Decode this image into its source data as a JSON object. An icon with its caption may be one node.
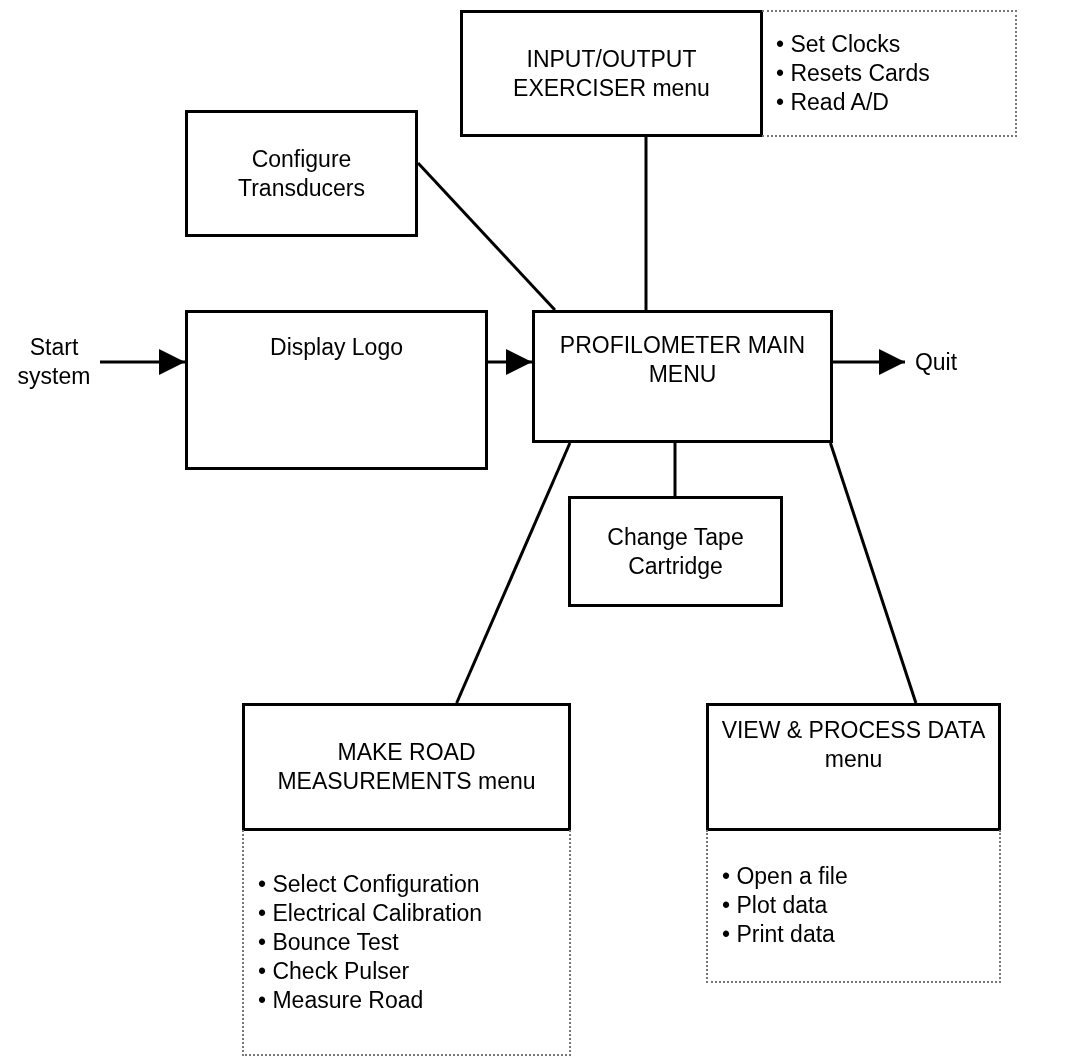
{
  "diagram": {
    "nodes": [
      {
        "text": [
          "Start system"
        ]
      },
      {
        "text": [
          "Display Logo"
        ]
      },
      {
        "text": [
          "Configure Transducers"
        ]
      },
      {
        "text": [
          "INPUT/OUTPUT EXERCISER menu"
        ]
      },
      {
        "text": [
          "• Set Clocks",
          "• Resets Cards",
          "• Read A/D"
        ]
      },
      {
        "text": [
          "PROFILOMETER MAIN MENU"
        ]
      },
      {
        "text": [
          "Quit"
        ]
      },
      {
        "text": [
          "Change Tape Cartridge"
        ]
      },
      {
        "text": [
          "MAKE ROAD MEASUREMENTS menu"
        ]
      },
      {
        "text": [
          "• Select Configuration",
          "• Electrical Calibration",
          "• Bounce Test",
          "• Check Pulser",
          "• Measure Road"
        ]
      },
      {
        "text": [
          "VIEW & PROCESS DATA menu"
        ]
      },
      {
        "text": [
          "• Open a file",
          "• Plot data",
          "• Print data"
        ]
      }
    ],
    "edges": [
      {
        "from": 0,
        "to": 1,
        "arrow": "to"
      },
      {
        "from": 1,
        "to": 5,
        "arrow": "to"
      },
      {
        "from": 5,
        "to": 6,
        "arrow": "to"
      },
      {
        "from": 2,
        "to": 5,
        "arrow": "none"
      },
      {
        "from": 3,
        "to": 5,
        "arrow": "none"
      },
      {
        "from": 5,
        "to": 7,
        "arrow": "none"
      },
      {
        "from": 5,
        "to": 8,
        "arrow": "none"
      },
      {
        "from": 5,
        "to": 10,
        "arrow": "none"
      }
    ]
  }
}
